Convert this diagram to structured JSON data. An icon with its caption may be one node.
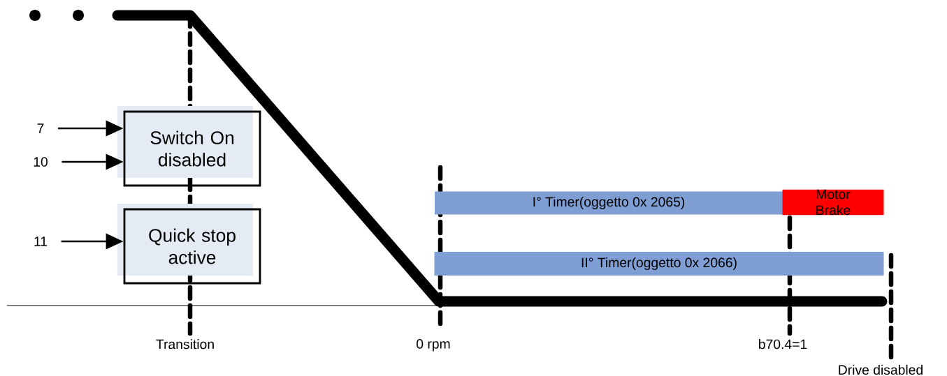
{
  "diagram": {
    "nodes": [
      {
        "text": [
          "Switch On disabled"
        ]
      },
      {
        "text": [
          "Quick stop active"
        ]
      },
      {
        "text": [
          "I° Timer(oggetto 0x 2065)"
        ]
      },
      {
        "text": [
          "Motor Brake"
        ]
      },
      {
        "text": [
          "II° Timer(oggetto 0x 2066)"
        ]
      },
      {
        "text": [
          "7"
        ]
      },
      {
        "text": [
          "10"
        ]
      },
      {
        "text": [
          "11"
        ]
      }
    ],
    "edges": [
      {
        "from": 5,
        "to": 0,
        "arrow": "to"
      },
      {
        "from": 6,
        "to": 0,
        "arrow": "to"
      },
      {
        "from": 7,
        "to": 1,
        "arrow": "to"
      }
    ],
    "labels": [
      "Transition",
      "0 rpm",
      "b70.4=1",
      "Drive disabled"
    ]
  }
}
